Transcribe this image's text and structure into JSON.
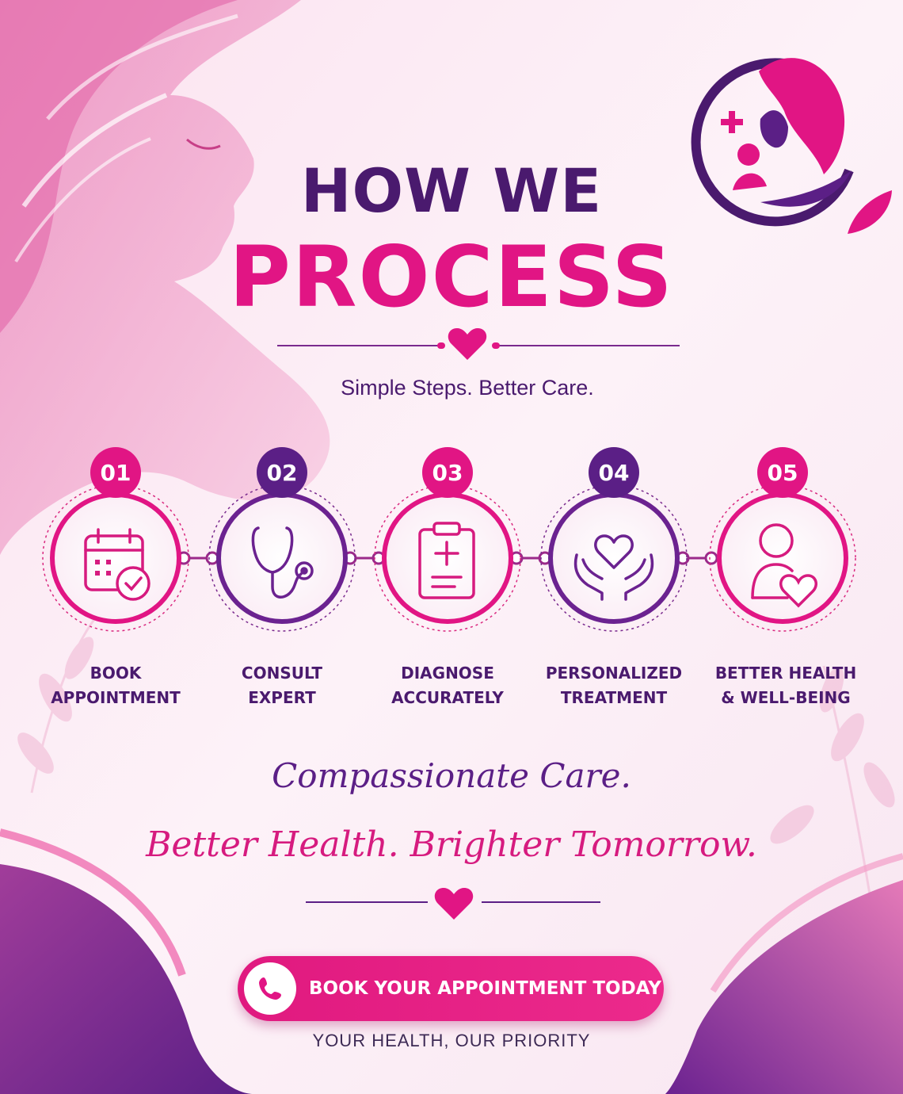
{
  "header": {
    "title_line_1": "HOW WE",
    "title_line_2": "PROCESS",
    "subtitle": "Simple Steps. Better Care."
  },
  "steps": [
    {
      "number": "01",
      "label_line_1": "BOOK",
      "label_line_2": "APPOINTMENT",
      "icon": "calendar-check-icon"
    },
    {
      "number": "02",
      "label_line_1": "CONSULT",
      "label_line_2": "EXPERT",
      "icon": "stethoscope-icon"
    },
    {
      "number": "03",
      "label_line_1": "DIAGNOSE",
      "label_line_2": "ACCURATELY",
      "icon": "clipboard-medical-icon"
    },
    {
      "number": "04",
      "label_line_1": "PERSONALIZED",
      "label_line_2": "TREATMENT",
      "icon": "heart-hands-icon"
    },
    {
      "number": "05",
      "label_line_1": "BETTER HEALTH",
      "label_line_2": "& WELL-BEING",
      "icon": "person-heart-icon"
    }
  ],
  "footer": {
    "script_line_1": "Compassionate Care.",
    "script_line_2": "Better Health. Brighter Tomorrow.",
    "cta_label": "BOOK YOUR APPOINTMENT TODAY",
    "cta_icon": "phone-icon",
    "tagline": "YOUR HEALTH, OUR PRIORITY"
  },
  "colors": {
    "pink": "#e11584",
    "purple": "#5b1f86",
    "dark_purple": "#4a1a6e",
    "background": "#fbeef6"
  }
}
